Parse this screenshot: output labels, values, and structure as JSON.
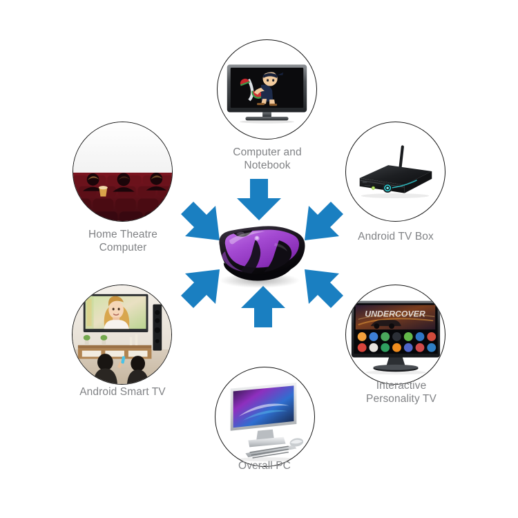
{
  "page": {
    "title": "Wireless Mouse Device Compatibility Diagram",
    "background_color": "#ffffff"
  },
  "theme": {
    "arrow_color": "#1a7fc1",
    "caption_color": "#808285",
    "circle_border_color": "#141414"
  },
  "center": {
    "name": "wireless-mouse",
    "label": "",
    "body_color": "#a24fd0",
    "accent_color": "#111111"
  },
  "nodes": [
    {
      "id": "computer-and-notebook",
      "label": "Computer and\nNotebook",
      "icon": "flat-screen-tv-game",
      "position": "top-center"
    },
    {
      "id": "home-theatre-computer",
      "label": "Home Theatre\nComputer",
      "icon": "cinema-audience",
      "position": "top-left"
    },
    {
      "id": "android-tv-box",
      "label": "Android TV Box",
      "icon": "set-top-box-antenna",
      "position": "top-right"
    },
    {
      "id": "android-smart-tv",
      "label": "Android Smart TV",
      "icon": "living-room-tv",
      "position": "bottom-left"
    },
    {
      "id": "interactive-personality-tv",
      "label": "Interactive\nPersonality TV",
      "icon": "smart-tv-app-grid",
      "position": "bottom-right"
    },
    {
      "id": "overall-pc",
      "label": "Overall PC",
      "icon": "all-in-one-desktop",
      "position": "bottom-center"
    }
  ],
  "arrows": [
    {
      "id": "arrow-from-computer-and-notebook",
      "direction": "down",
      "color": "#1a7fc1"
    },
    {
      "id": "arrow-from-home-theatre-computer",
      "direction": "down-right",
      "color": "#1a7fc1"
    },
    {
      "id": "arrow-from-android-tv-box",
      "direction": "down-left",
      "color": "#1a7fc1"
    },
    {
      "id": "arrow-from-android-smart-tv",
      "direction": "up-right",
      "color": "#1a7fc1"
    },
    {
      "id": "arrow-from-interactive-personality-tv",
      "direction": "up-left",
      "color": "#1a7fc1"
    },
    {
      "id": "arrow-from-overall-pc",
      "direction": "up",
      "color": "#1a7fc1"
    }
  ],
  "screen_text": {
    "interactive_tv_game_title": "UNDERCOVER"
  }
}
